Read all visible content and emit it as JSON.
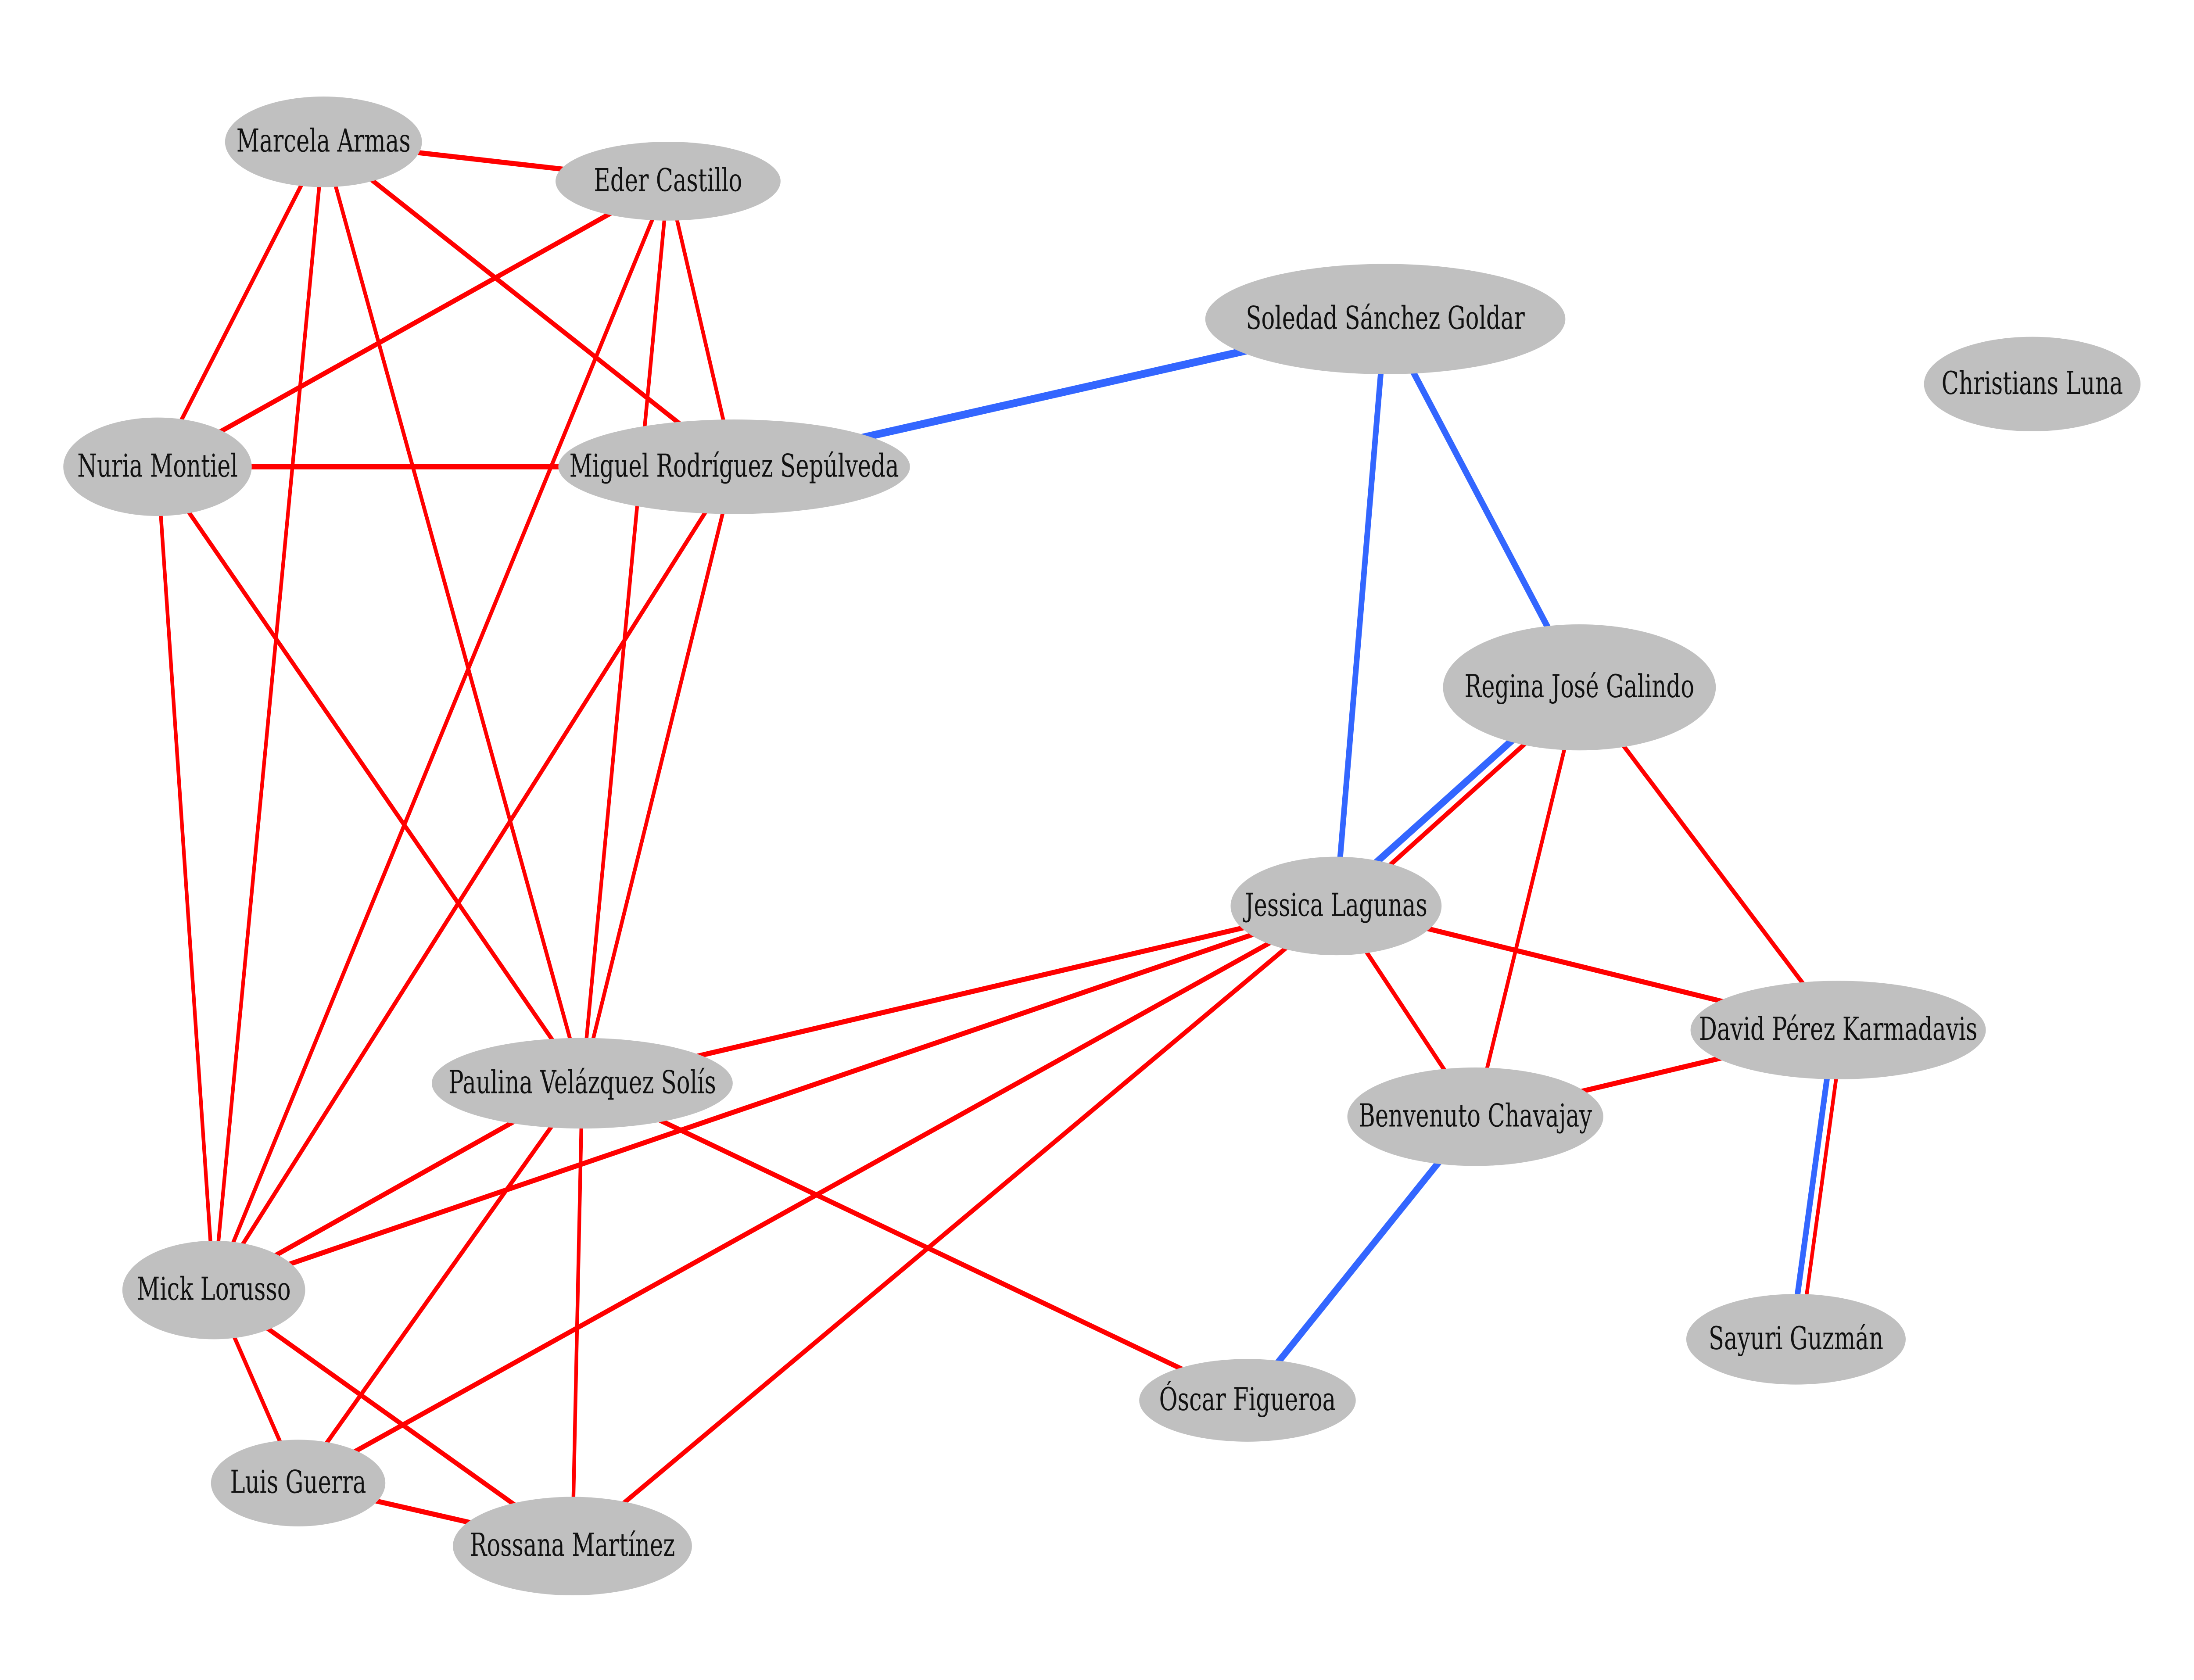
{
  "colors": {
    "node_fill": "#c0c0c0",
    "edge_red": "#ff0000",
    "edge_blue": "#3366ff",
    "background": "#ffffff"
  },
  "nodes": [
    {
      "id": "marcela",
      "label": "Marcela Armas"
    },
    {
      "id": "eder",
      "label": "Eder Castillo"
    },
    {
      "id": "soledad",
      "label": "Soledad Sánchez Goldar"
    },
    {
      "id": "christians",
      "label": "Christians Luna"
    },
    {
      "id": "nuria",
      "label": "Nuria Montiel"
    },
    {
      "id": "miguel",
      "label": "Miguel Rodríguez Sepúlveda"
    },
    {
      "id": "regina",
      "label": "Regina José Galindo"
    },
    {
      "id": "jessica",
      "label": "Jessica Lagunas"
    },
    {
      "id": "david",
      "label": "David Pérez Karmadavis"
    },
    {
      "id": "paulina",
      "label": "Paulina Velázquez Solís"
    },
    {
      "id": "benvenuto",
      "label": "Benvenuto Chavajay"
    },
    {
      "id": "mick",
      "label": "Mick Lorusso"
    },
    {
      "id": "sayuri",
      "label": "Sayuri Guzmán"
    },
    {
      "id": "oscar",
      "label": "Óscar Figueroa"
    },
    {
      "id": "luis",
      "label": "Luis Guerra"
    },
    {
      "id": "rossana",
      "label": "Rossana Martínez"
    }
  ],
  "edges": [
    {
      "source": "marcela",
      "target": "eder",
      "type": "red"
    },
    {
      "source": "marcela",
      "target": "nuria",
      "type": "red"
    },
    {
      "source": "marcela",
      "target": "mick",
      "type": "red"
    },
    {
      "source": "marcela",
      "target": "paulina",
      "type": "red"
    },
    {
      "source": "marcela",
      "target": "miguel",
      "type": "red"
    },
    {
      "source": "eder",
      "target": "nuria",
      "type": "red"
    },
    {
      "source": "eder",
      "target": "miguel",
      "type": "red"
    },
    {
      "source": "eder",
      "target": "paulina",
      "type": "red"
    },
    {
      "source": "eder",
      "target": "mick",
      "type": "red"
    },
    {
      "source": "nuria",
      "target": "miguel",
      "type": "red"
    },
    {
      "source": "nuria",
      "target": "mick",
      "type": "red"
    },
    {
      "source": "nuria",
      "target": "paulina",
      "type": "red"
    },
    {
      "source": "miguel",
      "target": "mick",
      "type": "red"
    },
    {
      "source": "miguel",
      "target": "paulina",
      "type": "red"
    },
    {
      "source": "paulina",
      "target": "jessica",
      "type": "red"
    },
    {
      "source": "paulina",
      "target": "mick",
      "type": "red"
    },
    {
      "source": "paulina",
      "target": "luis",
      "type": "red"
    },
    {
      "source": "paulina",
      "target": "rossana",
      "type": "red"
    },
    {
      "source": "paulina",
      "target": "oscar",
      "type": "red"
    },
    {
      "source": "jessica",
      "target": "mick",
      "type": "red"
    },
    {
      "source": "jessica",
      "target": "luis",
      "type": "red"
    },
    {
      "source": "jessica",
      "target": "rossana",
      "type": "red"
    },
    {
      "source": "jessica",
      "target": "benvenuto",
      "type": "red"
    },
    {
      "source": "jessica",
      "target": "david",
      "type": "red"
    },
    {
      "source": "regina",
      "target": "jessica",
      "type": "red",
      "offset": -1
    },
    {
      "source": "regina",
      "target": "jessica",
      "type": "blue",
      "offset": 1
    },
    {
      "source": "regina",
      "target": "benvenuto",
      "type": "red"
    },
    {
      "source": "regina",
      "target": "david",
      "type": "red"
    },
    {
      "source": "benvenuto",
      "target": "david",
      "type": "red"
    },
    {
      "source": "david",
      "target": "sayuri",
      "type": "red",
      "offset": -1
    },
    {
      "source": "david",
      "target": "sayuri",
      "type": "blue",
      "offset": 1
    },
    {
      "source": "mick",
      "target": "luis",
      "type": "red"
    },
    {
      "source": "mick",
      "target": "rossana",
      "type": "red"
    },
    {
      "source": "luis",
      "target": "rossana",
      "type": "red"
    },
    {
      "source": "miguel",
      "target": "soledad",
      "type": "blue"
    },
    {
      "source": "soledad",
      "target": "jessica",
      "type": "blue"
    },
    {
      "source": "soledad",
      "target": "regina",
      "type": "blue"
    },
    {
      "source": "benvenuto",
      "target": "oscar",
      "type": "blue"
    }
  ]
}
